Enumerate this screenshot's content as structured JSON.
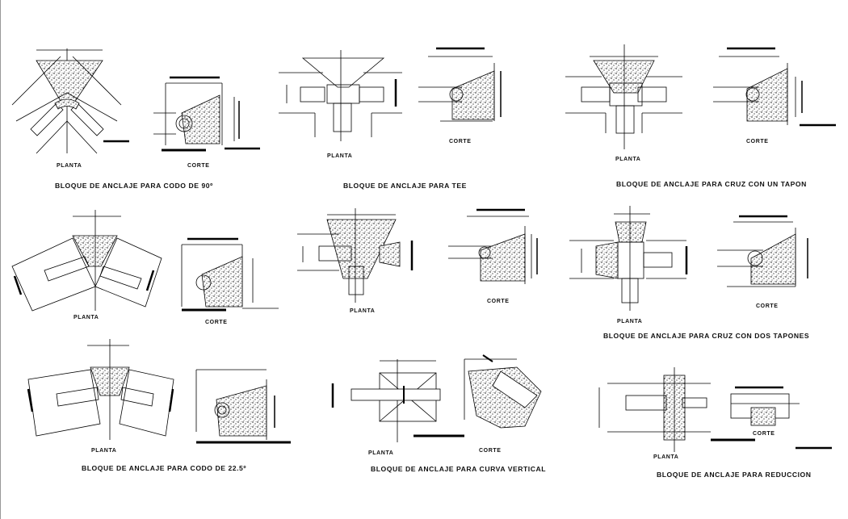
{
  "labels": {
    "planta": "PLANTA",
    "corte": "CORTE"
  },
  "titles": {
    "codo90": "BLOQUE DE ANCLAJE PARA CODO DE 90º",
    "tee": "BLOQUE DE ANCLAJE PARA TEE",
    "cruz_tapon": "BLOQUE DE ANCLAJE PARA CRUZ CON UN TAPON",
    "cruz_dos_tapones": "BLOQUE DE ANCLAJE PARA CRUZ CON DOS TAPONES",
    "codo22": "BLOQUE DE ANCLAJE PARA CODO DE 22.5º",
    "curva_vertical": "BLOQUE DE ANCLAJE PARA CURVA VERTICAL",
    "reduccion": "BLOQUE DE ANCLAJE PARA REDUCCION"
  },
  "colors": {
    "line": "#000000",
    "concrete_fill": "#d9d9d9",
    "background": "#ffffff"
  }
}
